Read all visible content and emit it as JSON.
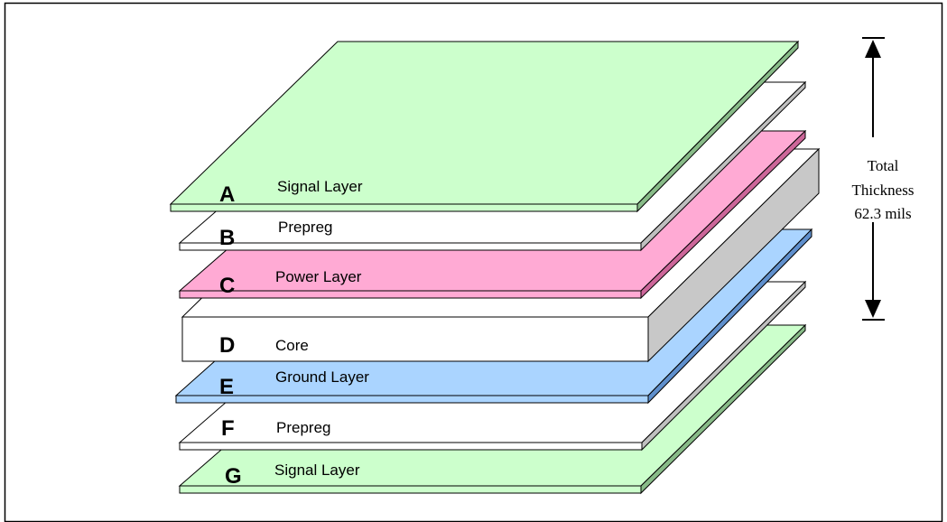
{
  "diagram": {
    "layers": [
      {
        "letter": "A",
        "name": "Signal Layer",
        "color": "#ccffcc"
      },
      {
        "letter": "B",
        "name": "Prepreg",
        "color": "#ffffff"
      },
      {
        "letter": "C",
        "name": "Power Layer",
        "color": "#ffaad4"
      },
      {
        "letter": "D",
        "name": "Core",
        "color": "#ffffff"
      },
      {
        "letter": "E",
        "name": "Ground Layer",
        "color": "#aad4ff"
      },
      {
        "letter": "F",
        "name": "Prepreg",
        "color": "#ffffff"
      },
      {
        "letter": "G",
        "name": "Signal Layer",
        "color": "#ccffcc"
      }
    ],
    "thickness": {
      "line1": "Total",
      "line2": "Thickness",
      "line3": "62.3 mils"
    }
  }
}
